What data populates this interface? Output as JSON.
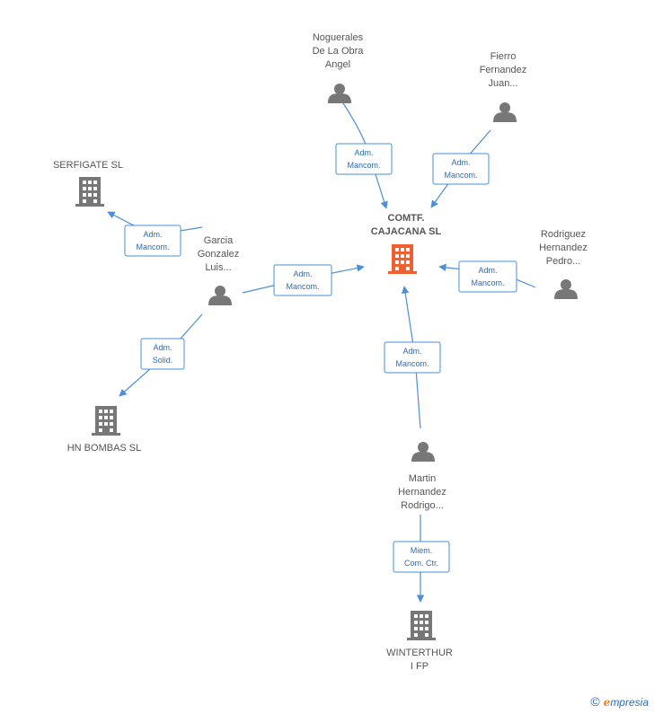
{
  "colors": {
    "edge": "#4a8fd8",
    "role_text": "#2b6db5",
    "person": "#777777",
    "company": "#777777",
    "center_company": "#f06030"
  },
  "center": {
    "lines": [
      "COMTF.",
      "CAJACANA SL"
    ],
    "icon": "building-icon"
  },
  "nodes": [
    {
      "id": "noguerales",
      "type": "person",
      "lines": [
        "Noguerales",
        "De La Obra",
        "Angel"
      ],
      "icon": "person-icon"
    },
    {
      "id": "fierro",
      "type": "person",
      "lines": [
        "Fierro",
        "Fernandez",
        "Juan..."
      ],
      "icon": "person-icon"
    },
    {
      "id": "rodriguez",
      "type": "person",
      "lines": [
        "Rodriguez",
        "Hernandez",
        "Pedro..."
      ],
      "icon": "person-icon"
    },
    {
      "id": "garcia",
      "type": "person",
      "lines": [
        "Garcia",
        "Gonzalez",
        "Luis..."
      ],
      "icon": "person-icon"
    },
    {
      "id": "martin",
      "type": "person",
      "lines": [
        "Martin",
        "Hernandez",
        "Rodrigo..."
      ],
      "icon": "person-icon"
    },
    {
      "id": "serfigate",
      "type": "company",
      "lines": [
        "SERFIGATE  SL"
      ],
      "icon": "building-icon"
    },
    {
      "id": "hnbombas",
      "type": "company",
      "lines": [
        "HN BOMBAS SL"
      ],
      "icon": "building-icon"
    },
    {
      "id": "winterthur",
      "type": "company",
      "lines": [
        "WINTERTHUR",
        "I FP"
      ],
      "icon": "building-icon"
    }
  ],
  "edges": [
    {
      "id": "e-noguerales",
      "lines": [
        "Adm.",
        "Mancom."
      ]
    },
    {
      "id": "e-fierro",
      "lines": [
        "Adm.",
        "Mancom."
      ]
    },
    {
      "id": "e-rodriguez",
      "lines": [
        "Adm.",
        "Mancom."
      ]
    },
    {
      "id": "e-garcia-center",
      "lines": [
        "Adm.",
        "Mancom."
      ]
    },
    {
      "id": "e-garcia-serfigate",
      "lines": [
        "Adm.",
        "Mancom."
      ]
    },
    {
      "id": "e-garcia-hnbombas",
      "lines": [
        "Adm.",
        "Solid."
      ]
    },
    {
      "id": "e-martin",
      "lines": [
        "Adm.",
        "Mancom."
      ]
    },
    {
      "id": "e-martin-winterthur",
      "lines": [
        "Miem.",
        "Com. Ctr."
      ]
    }
  ],
  "footer": {
    "copyright_symbol": "©",
    "brand_initial": "e",
    "brand_rest": "mpresia"
  }
}
